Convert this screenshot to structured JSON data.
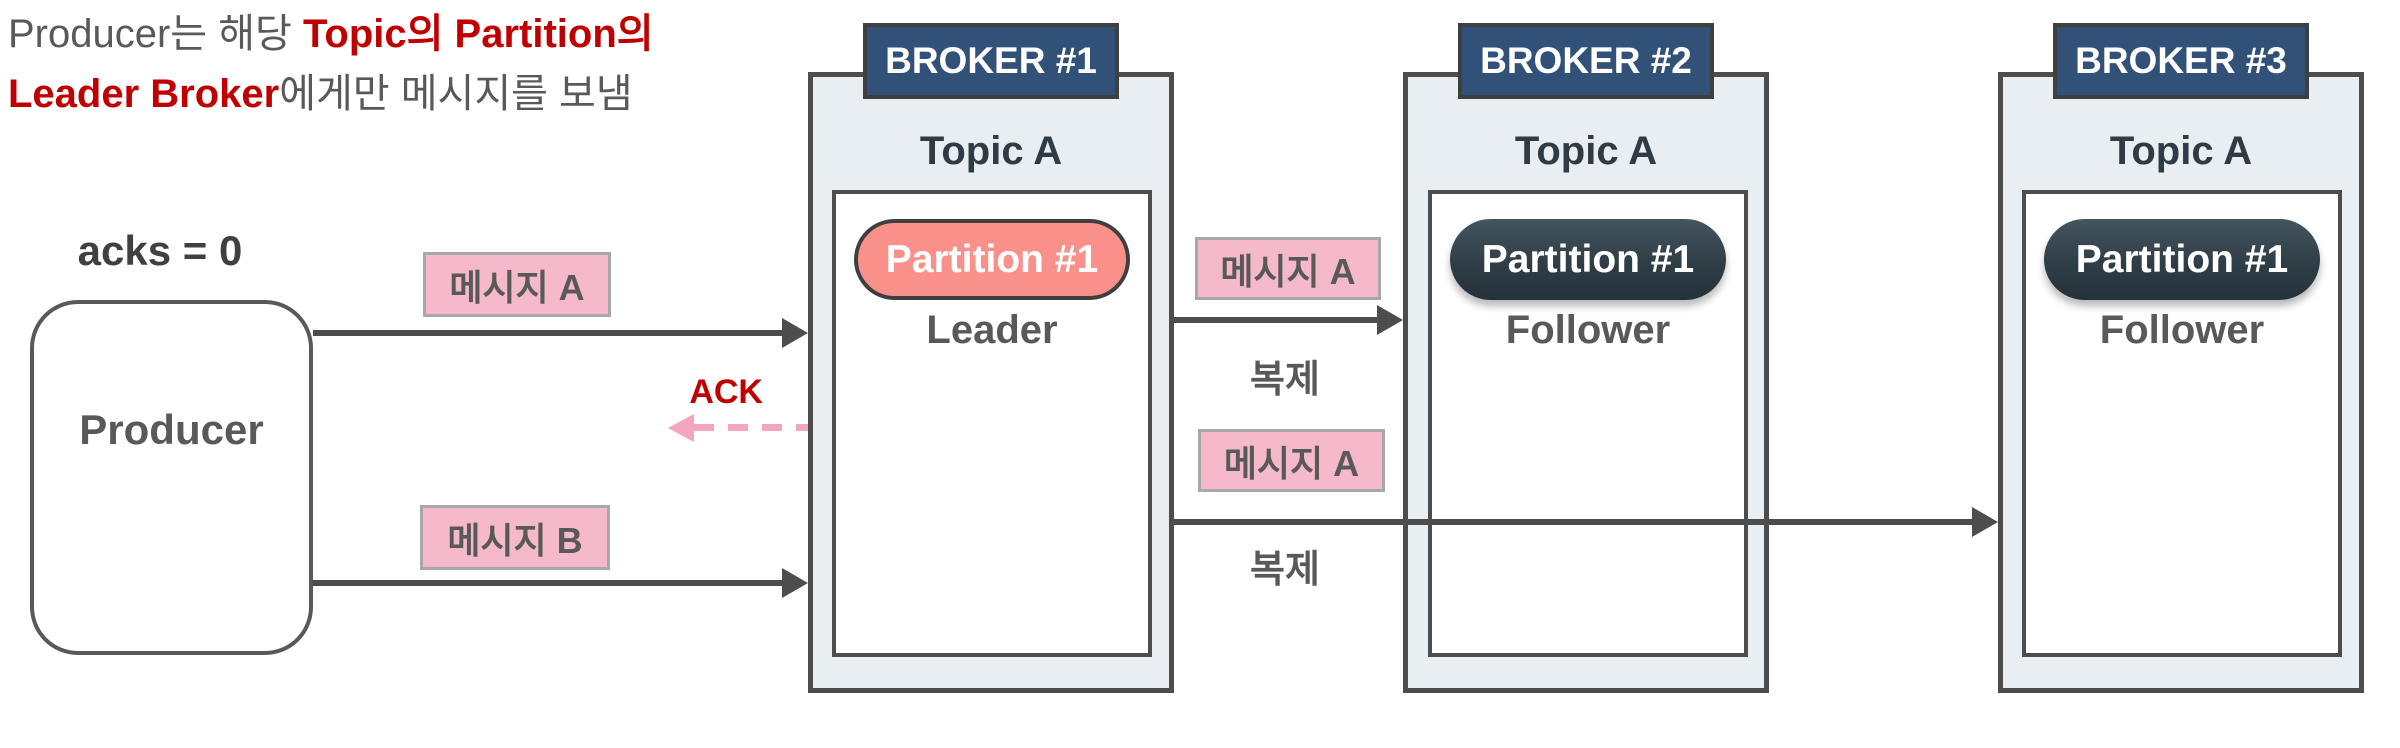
{
  "note": {
    "line1_gray": "Producer는 해당 ",
    "line1_red": "Topic의 Partition의",
    "line2_red": "Leader Broker",
    "line2_gray": "에게만 메시지를 보냄"
  },
  "producer": {
    "label": "Producer",
    "acks_label": "acks = 0"
  },
  "messages": {
    "message_a": "메시지 A",
    "message_b": "메시지 B",
    "ack": "ACK",
    "replication": "복제"
  },
  "brokers": [
    {
      "name": "BROKER #1",
      "topic": "Topic A",
      "partition": "Partition #1",
      "role": "Leader"
    },
    {
      "name": "BROKER #2",
      "topic": "Topic A",
      "partition": "Partition #1",
      "role": "Follower"
    },
    {
      "name": "BROKER #3",
      "topic": "Topic A",
      "partition": "Partition #1",
      "role": "Follower"
    }
  ],
  "colors": {
    "broker_header": "#325179",
    "broker_body": "#e9eef2",
    "leader_partition": "#f9918a",
    "follower_partition": "#2f3d46",
    "message_badge": "#f6b9cc",
    "arrow": "#4d4d4d",
    "ack_red": "#c00000",
    "ack_dash_pink": "#f2a6c0",
    "text_gray": "#595959"
  }
}
